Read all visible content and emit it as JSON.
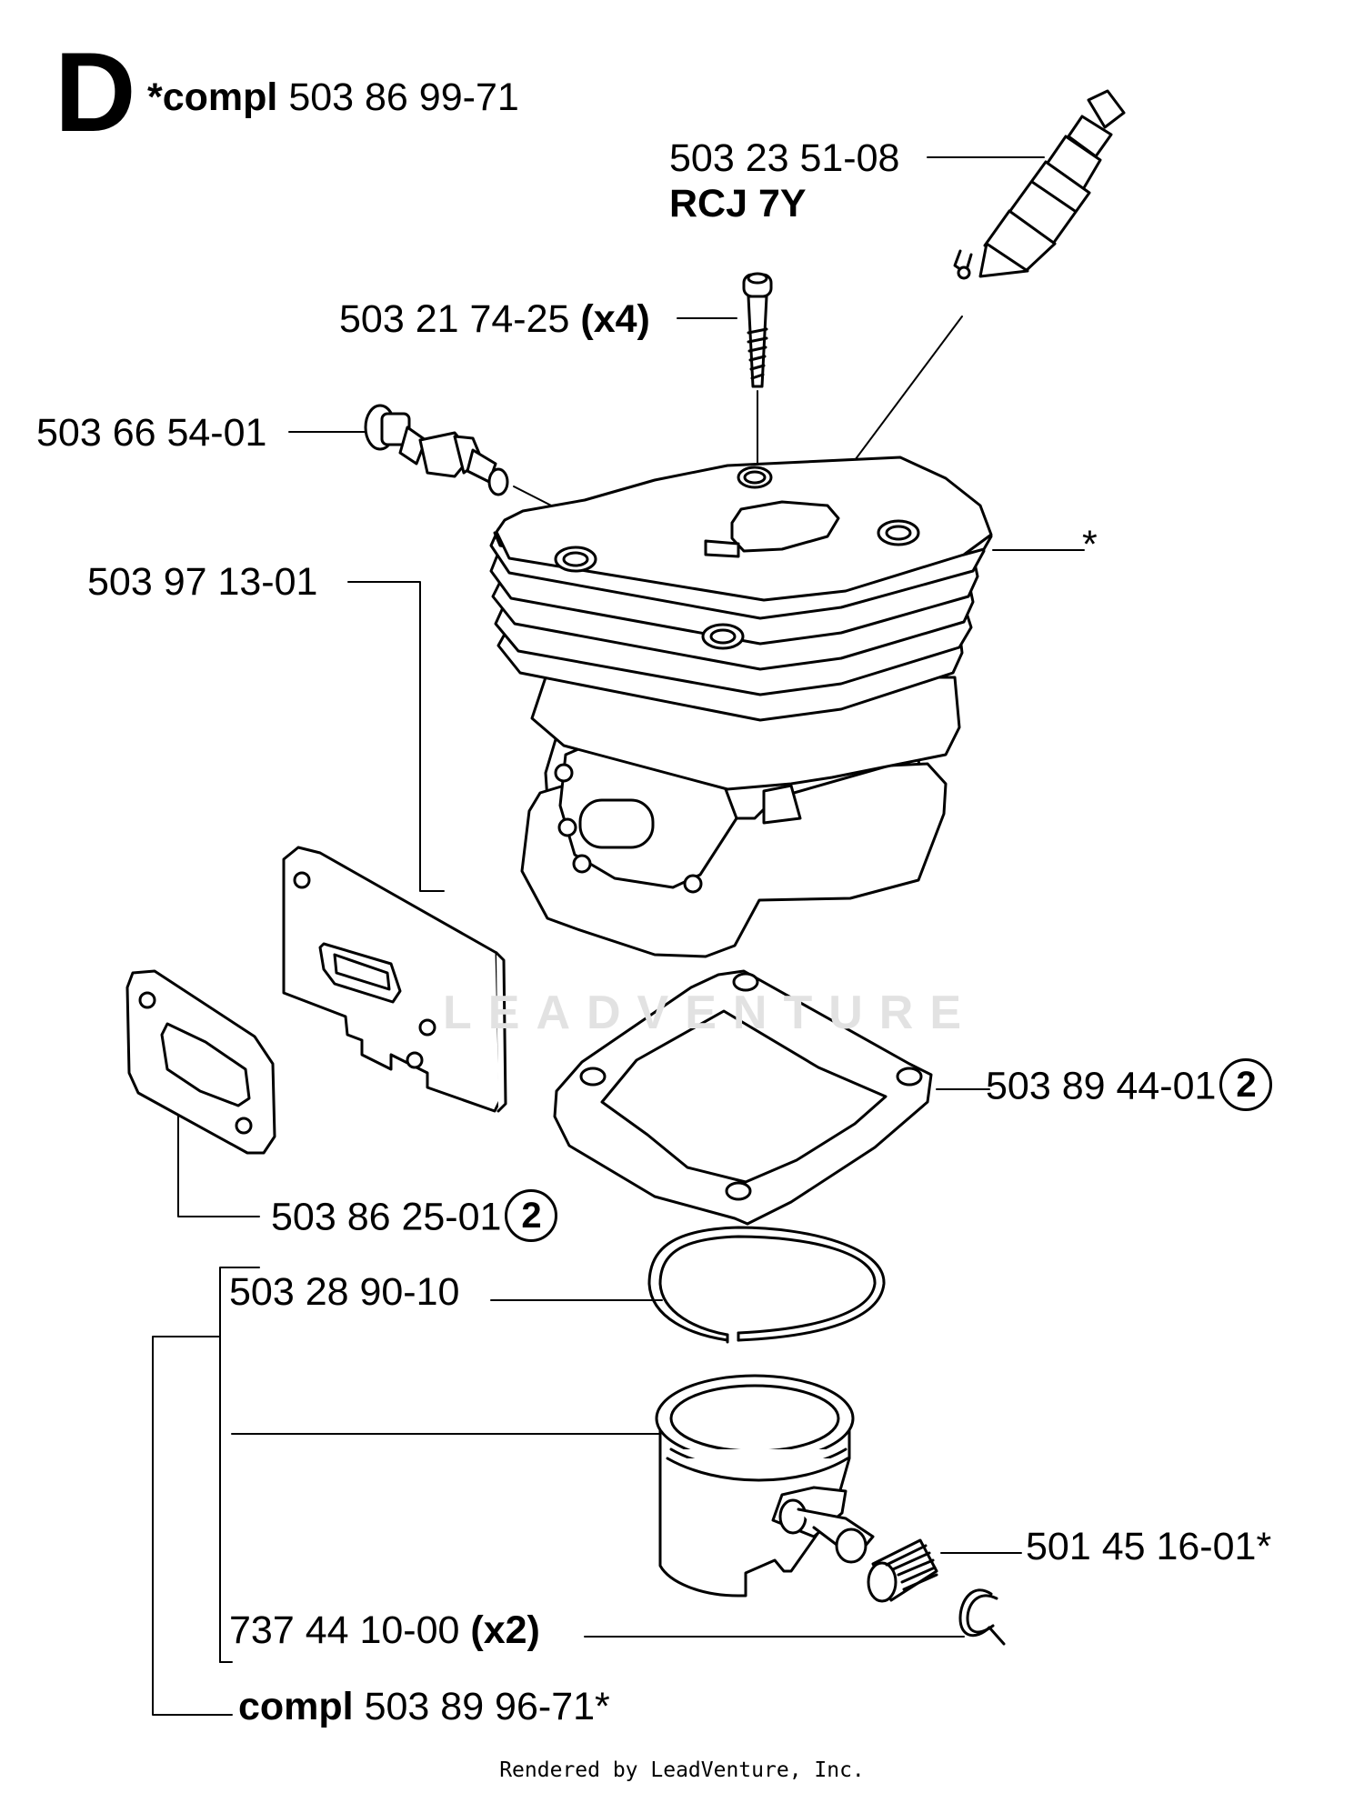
{
  "title": {
    "section_letter": "D",
    "assembly_prefix": "*compl",
    "assembly_part": "503 86 99-71"
  },
  "watermark": "LEADVENTURE",
  "parts": {
    "spark_plug": {
      "part_no": "503 23 51-08",
      "type": "RCJ 7Y"
    },
    "screw": {
      "part_no": "503 21 74-25",
      "qty": "(x4)"
    },
    "decompression_valve": {
      "part_no": "503 66 54-01"
    },
    "cylinder": {
      "mark": "*"
    },
    "heat_shield": {
      "part_no": "503 97 13-01"
    },
    "cylinder_gasket": {
      "part_no": "503 89 44-01",
      "callout": "2"
    },
    "muffler_gasket": {
      "part_no": "503 86 25-01",
      "callout": "2"
    },
    "piston_ring": {
      "part_no": "503 28 90-10"
    },
    "needle_bearing": {
      "part_no": "501 45 16-01*"
    },
    "circlip": {
      "part_no": "737 44 10-00",
      "qty": "(x2)"
    },
    "piston_kit": {
      "prefix": "compl",
      "part_no": "503 89 96-71*"
    }
  },
  "footer": "Rendered by LeadVenture, Inc."
}
